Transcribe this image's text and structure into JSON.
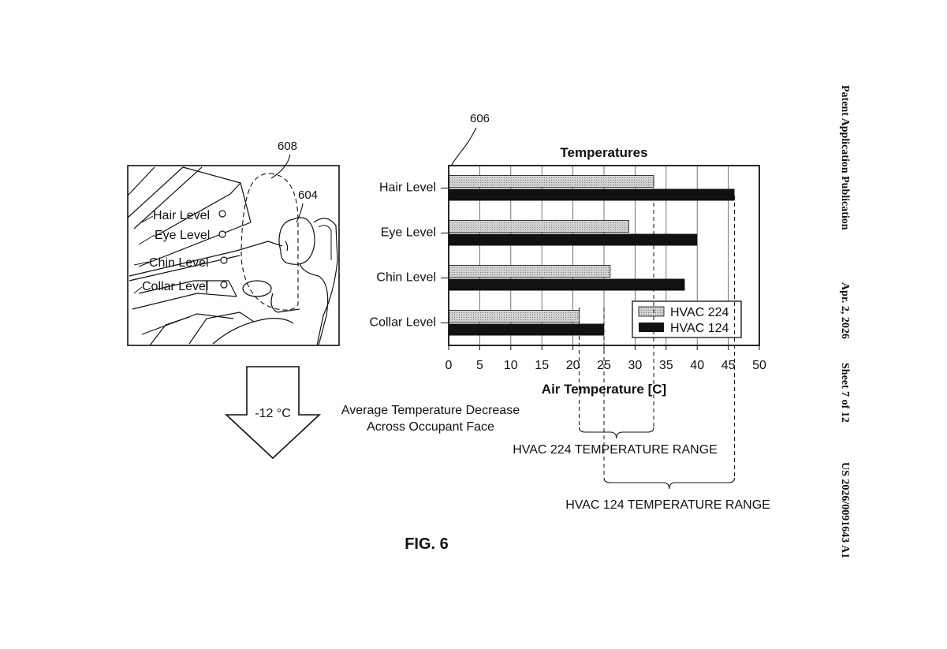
{
  "header": {
    "publication": "Patent Application Publication",
    "date": "Apr. 2, 2026",
    "sheet": "Sheet 7 of 12",
    "number": "US 2026/0091643 A1"
  },
  "figure": {
    "label": "FIG. 6",
    "ref_cabin": "608",
    "ref_occupant": "604",
    "ref_chart": "606"
  },
  "cabin": {
    "levels": [
      "Hair Level",
      "Eye Level",
      "Chin Level",
      "Collar Level"
    ]
  },
  "arrow": {
    "value": "-12 °C",
    "caption_line1": "Average Temperature Decrease",
    "caption_line2": "Across Occupant Face"
  },
  "ranges": {
    "hvac224": "HVAC 224 TEMPERATURE RANGE",
    "hvac124": "HVAC 124 TEMPERATURE RANGE"
  },
  "colors": {
    "hvac224": "#c4c4c4",
    "hvac124": "#111111"
  },
  "chart_data": {
    "type": "bar",
    "orientation": "horizontal",
    "title": "Temperatures",
    "xlabel": "Air Temperature [C]",
    "categories": [
      "Hair Level",
      "Eye Level",
      "Chin Level",
      "Collar Level"
    ],
    "series": [
      {
        "name": "HVAC 224",
        "values": [
          33,
          29,
          26,
          21
        ]
      },
      {
        "name": "HVAC 124",
        "values": [
          46,
          40,
          38,
          25
        ]
      }
    ],
    "xlim": [
      0,
      50
    ],
    "xticks": [
      0,
      5,
      10,
      15,
      20,
      25,
      30,
      35,
      40,
      45,
      50
    ],
    "grid": "vertical",
    "legend": "bottom-right"
  }
}
